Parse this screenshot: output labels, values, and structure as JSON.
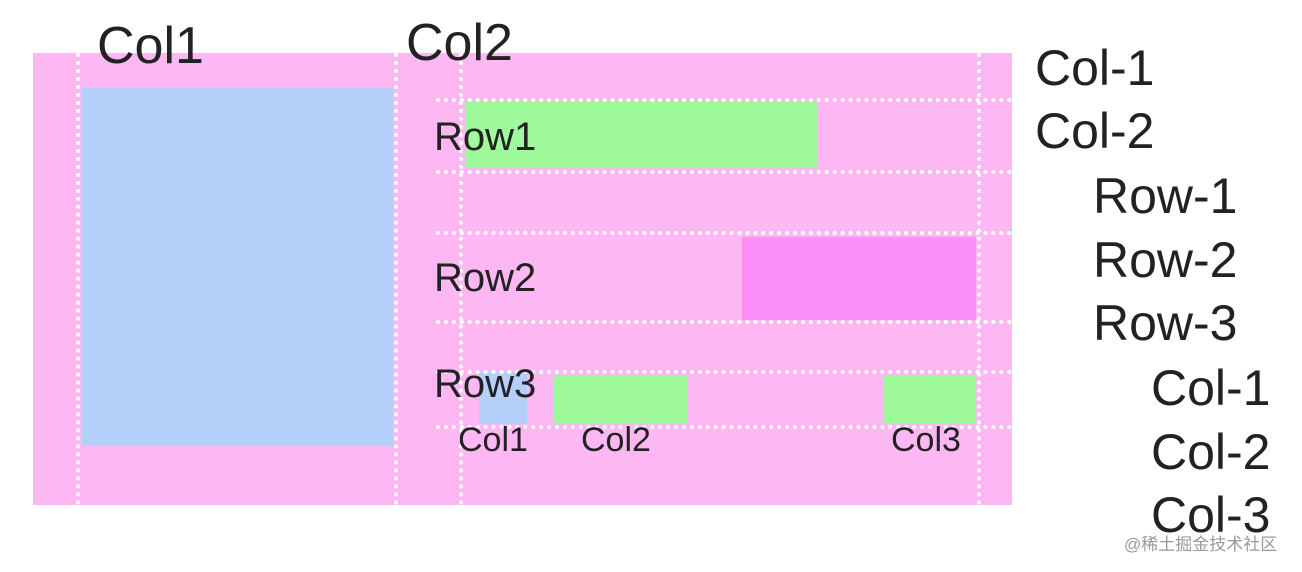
{
  "colors": {
    "background": "#fdb8f3",
    "blue": "#b5cffb",
    "green": "#9efa9a",
    "magenta": "#fd90f8",
    "guide": "#ffffff",
    "text": "#222222"
  },
  "labels": {
    "outer_col1": "Col1",
    "outer_col2": "Col2",
    "row1": "Row1",
    "row2": "Row2",
    "row3": "Row3",
    "inner_col1": "Col1",
    "inner_col2": "Col2",
    "inner_col3": "Col3"
  },
  "tree": [
    {
      "text": "Col-1",
      "level": 0
    },
    {
      "text": "Col-2",
      "level": 0
    },
    {
      "text": "Row-1",
      "level": 1
    },
    {
      "text": "Row-2",
      "level": 1
    },
    {
      "text": "Row-3",
      "level": 1
    },
    {
      "text": "Col-1",
      "level": 2
    },
    {
      "text": "Col-2",
      "level": 2
    },
    {
      "text": "Col-3",
      "level": 2
    }
  ],
  "watermark": "@稀土掘金技术社区"
}
